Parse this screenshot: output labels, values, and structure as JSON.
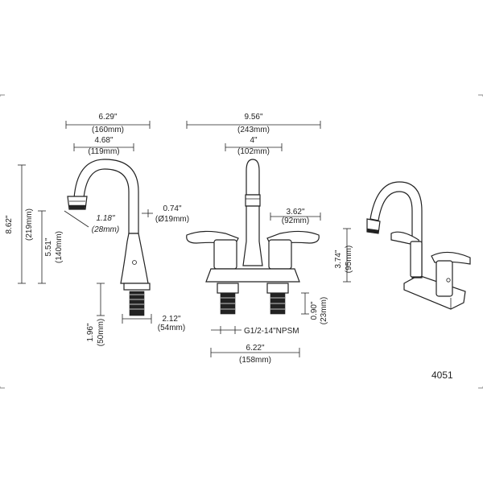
{
  "model_number": "4051",
  "side_view": {
    "overall_width": {
      "in": "6.29\"",
      "mm": "(160mm)"
    },
    "spout_reach": {
      "in": "4.68\"",
      "mm": "(119mm)"
    },
    "overall_height": {
      "in": "8.62\"",
      "mm": "(219mm)"
    },
    "spout_height": {
      "in": "5.51\"",
      "mm": "(140mm)"
    },
    "aerator_diameter": {
      "in": "1.18\"",
      "mm": "(28mm)"
    },
    "body_diameter": {
      "in": "0.74\"",
      "mm": "(Ø19mm)"
    },
    "base_width": {
      "in": "2.12\"",
      "mm": "(54mm)"
    },
    "shank_length": {
      "in": "1.96\"",
      "mm": "(50mm)"
    }
  },
  "front_view": {
    "overall_width": {
      "in": "9.56\"",
      "mm": "(243mm)"
    },
    "center_spacing": {
      "in": "4\"",
      "mm": "(102mm)"
    },
    "handle_reach": {
      "in": "3.62\"",
      "mm": "(92mm)"
    },
    "handle_height": {
      "in": "3.74\"",
      "mm": "(95mm)"
    },
    "shank_thread_length": {
      "in": "0.90\"",
      "mm": "(23mm)"
    },
    "thread_spec": "G1/2-14\"NPSM",
    "base_length": {
      "in": "6.22\"",
      "mm": "(158mm)"
    }
  },
  "icons": [
    "faucet-side-drawing",
    "faucet-front-drawing",
    "faucet-perspective-drawing"
  ],
  "colors": {
    "line": "#222222",
    "background": "#ffffff",
    "frame": "#888888"
  }
}
